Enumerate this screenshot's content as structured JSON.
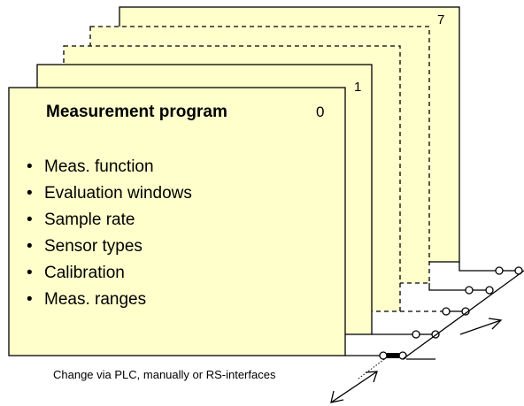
{
  "diagram": {
    "front_card": {
      "title": "Measurement program",
      "number": "0",
      "items": [
        "Meas. function",
        "Evaluation windows",
        "Sample rate",
        "Sensor types",
        "Calibration",
        "Meas. ranges"
      ]
    },
    "card_numbers": {
      "second": "1",
      "last": "7"
    },
    "bullet_glyph": "•",
    "caption": "Change via PLC, manually or RS-interfaces",
    "colors": {
      "card_fill": "#ffffcc",
      "outline": "#000000",
      "switch_contact": "#ffffff"
    }
  }
}
